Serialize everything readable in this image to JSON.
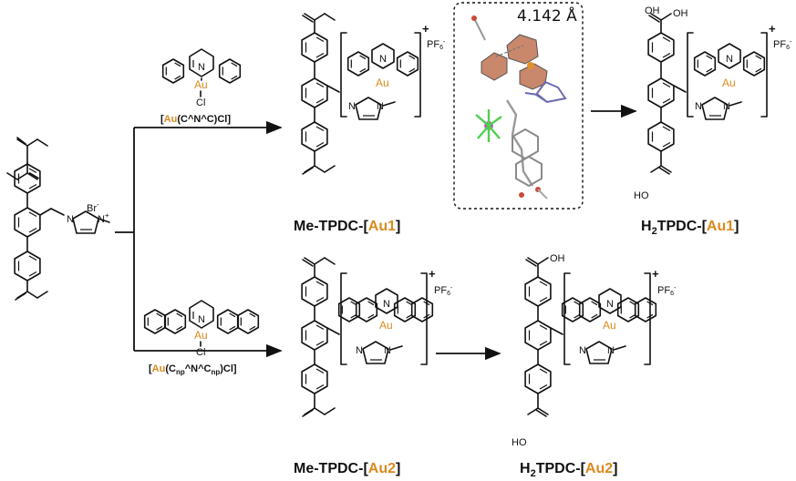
{
  "colors": {
    "gold": "#d98a1e",
    "ink": "#111111"
  },
  "reagents": {
    "top": {
      "prefix": "[",
      "metal": "Au",
      "rest": "(C^N^C)Cl]"
    },
    "bottom": {
      "prefix": "[",
      "metal": "Au",
      "rest1": "(C",
      "sub1": "np",
      "rest2": "^N^C",
      "sub2": "np",
      "rest3": ")Cl]"
    }
  },
  "products": {
    "me_au1": {
      "base": "Me-TPDC-[",
      "metal": "Au1",
      "close": "]"
    },
    "h2_au1": {
      "h": "H",
      "two": "2",
      "base": "TPDC-[",
      "metal": "Au1",
      "close": "]"
    },
    "me_au2": {
      "base": "Me-TPDC-[",
      "metal": "Au2",
      "close": "]"
    },
    "h2_au2": {
      "h": "H",
      "two": "2",
      "base": "TPDC-[",
      "metal": "Au2",
      "close": "]"
    }
  },
  "crystal": {
    "distance": "4.142 Å"
  },
  "atoms": {
    "au": "Au",
    "n": "N",
    "cl": "Cl",
    "br": "Br",
    "oh": "OH",
    "ho": "HO",
    "pf6": "PF",
    "pf6_sub": "6",
    "pf6_sup": "-",
    "plus": "+",
    "n_plus": "N",
    "minus_sup": "-"
  }
}
